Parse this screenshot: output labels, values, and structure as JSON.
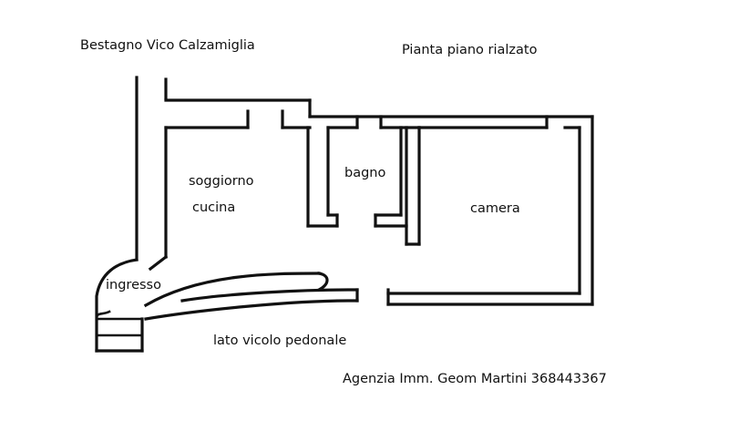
{
  "header": {
    "location": "Bestagno  Vico Calzamiglia",
    "plan_title": "Pianta  piano rialzato"
  },
  "rooms": {
    "living_line1": "soggiorno",
    "living_line2": "cucina",
    "bathroom": "bagno",
    "bedroom": "camera",
    "entrance": "ingresso"
  },
  "outside": {
    "alley": "lato  vicolo  pedonale"
  },
  "footer": {
    "agency": "Agenzia Imm. Geom Martini  368443367"
  }
}
